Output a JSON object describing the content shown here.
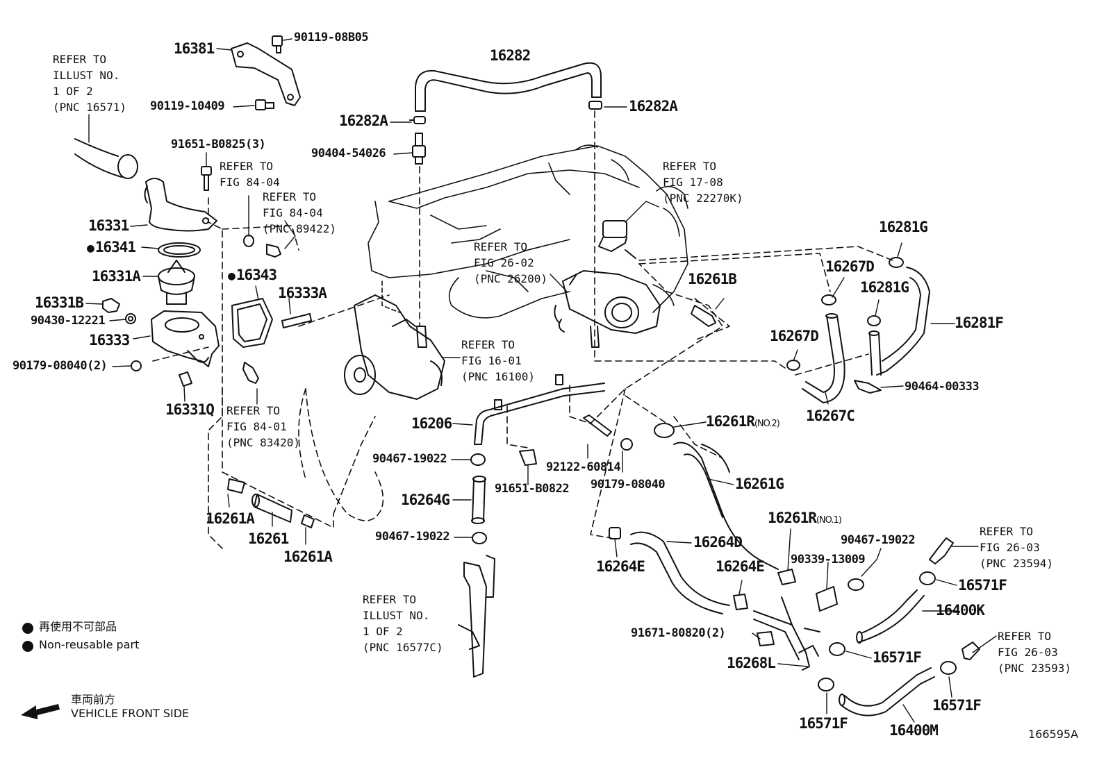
{
  "figure_id": "166595A",
  "legend": {
    "line1": "再使用不可部品",
    "line2": "Non-reusable part",
    "direction_jp": "車両前方",
    "direction_en": "VEHICLE FRONT SIDE"
  },
  "parts": {
    "p16381": "16381",
    "p90119_08B05": "90119-08B05",
    "p90119_10409": "90119-10409",
    "p16282": "16282",
    "p16282A_left": "16282A",
    "p16282A_right": "16282A",
    "p90404_54026": "90404-54026",
    "p91651_B0825": "91651-B0825(3)",
    "p16331": "16331",
    "p16341": "16341",
    "p16331A": "16331A",
    "p16343": "16343",
    "p16333A": "16333A",
    "p16331B": "16331B",
    "p90430_12221": "90430-12221",
    "p16333": "16333",
    "p90179_08040_2": "90179-08040(2)",
    "p16331Q": "16331Q",
    "p16206": "16206",
    "p90467_19022_a": "90467-19022",
    "p91651_B0822": "91651-B0822",
    "p92122_60814": "92122-60814",
    "p90179_08040": "90179-08040",
    "p16264G": "16264G",
    "p90467_19022_b": "90467-19022",
    "p16261A_left": "16261A",
    "p16261": "16261",
    "p16261A_right": "16261A",
    "p16281G_top": "16281G",
    "p16267D_top": "16267D",
    "p16261B": "16261B",
    "p16281G_mid": "16281G",
    "p16281F": "16281F",
    "p16267D_mid": "16267D",
    "p90464_00333": "90464-00333",
    "p16267C": "16267C",
    "p16261R_no2": "16261R",
    "p16261R_no2_sfx": "(NO.2)",
    "p16261G": "16261G",
    "p16261R_no1": "16261R",
    "p16261R_no1_sfx": "(NO.1)",
    "p90467_19022_c": "90467-19022",
    "p90339_13009": "90339-13009",
    "p16264D": "16264D",
    "p16264E_left": "16264E",
    "p16264E_right": "16264E",
    "p16571F_a": "16571F",
    "p16400K": "16400K",
    "p91671_80820": "91671-80820(2)",
    "p16571F_b": "16571F",
    "p16268L": "16268L",
    "p16571F_c": "16571F",
    "p16400M": "16400M",
    "p16571F_d": "16571F"
  },
  "refs": {
    "r_illust_16571": "REFER TO\nILLUST NO.\n1 OF 2\n(PNC 16571)",
    "r_84_04_a": "REFER TO\nFIG 84-04",
    "r_84_04_b": "REFER TO\nFIG 84-04\n(PNC 89422)",
    "r_17_08": "REFER TO\nFIG 17-08\n(PNC 22270K)",
    "r_26_02": "REFER TO\nFIG 26-02\n(PNC 26200)",
    "r_16_01": "REFER TO\nFIG 16-01\n(PNC 16100)",
    "r_84_01": "REFER TO\nFIG 84-01\n(PNC 83420)",
    "r_illust_16577C": "REFER TO\nILLUST NO.\n1 OF 2\n(PNC 16577C)",
    "r_26_03_a": "REFER TO\nFIG 26-03\n(PNC 23594)",
    "r_26_03_b": "REFER TO\nFIG 26-03\n(PNC 23593)"
  }
}
